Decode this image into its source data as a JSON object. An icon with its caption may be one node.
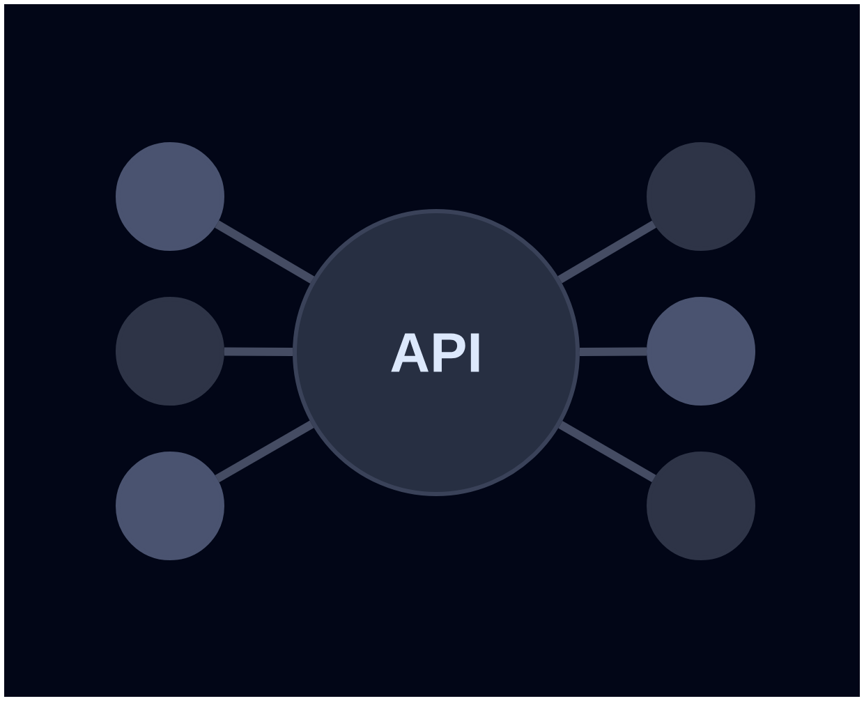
{
  "diagram": {
    "nodes": [
      {
        "text": [
          "API"
        ]
      },
      {
        "text": [],
        "shape": "circle"
      },
      {
        "text": [],
        "shape": "circle"
      },
      {
        "text": [],
        "shape": "circle"
      },
      {
        "text": [],
        "shape": "circle"
      },
      {
        "text": [],
        "shape": "circle"
      },
      {
        "text": [],
        "shape": "circle"
      }
    ],
    "edges": [
      {
        "from": 1,
        "to": 0,
        "arrow": "none"
      },
      {
        "from": 2,
        "to": 0,
        "arrow": "none"
      },
      {
        "from": 3,
        "to": 0,
        "arrow": "none"
      },
      {
        "from": 4,
        "to": 0,
        "arrow": "none"
      },
      {
        "from": 5,
        "to": 0,
        "arrow": "none"
      },
      {
        "from": 6,
        "to": 0,
        "arrow": "none"
      }
    ]
  }
}
